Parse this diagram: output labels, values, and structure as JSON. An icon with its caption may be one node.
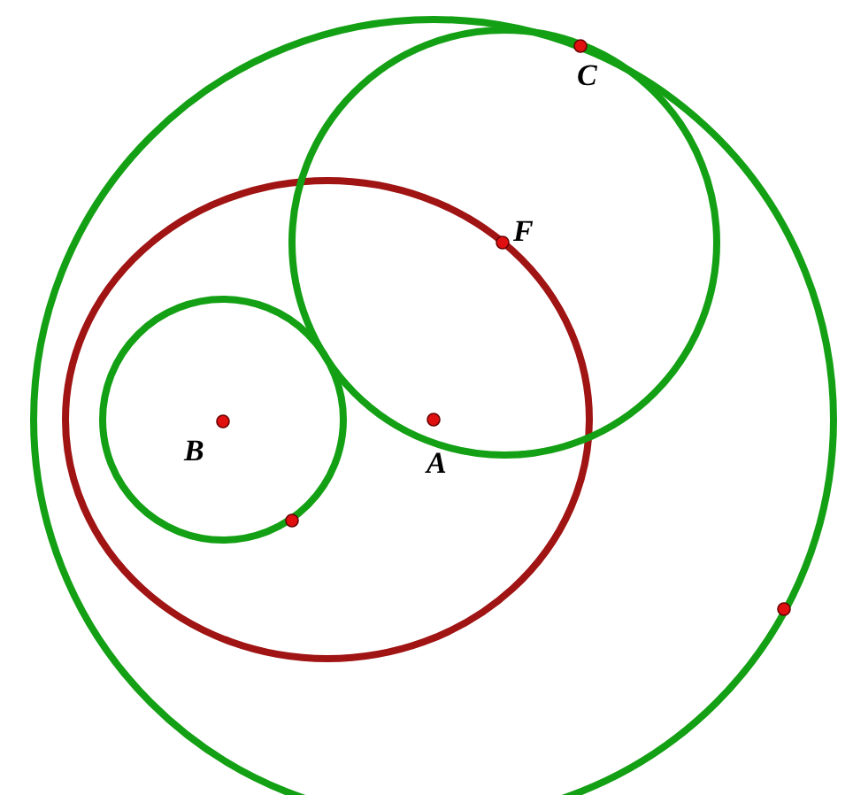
{
  "diagram": {
    "labels": [
      "C",
      "F",
      "B",
      "A"
    ]
  }
}
